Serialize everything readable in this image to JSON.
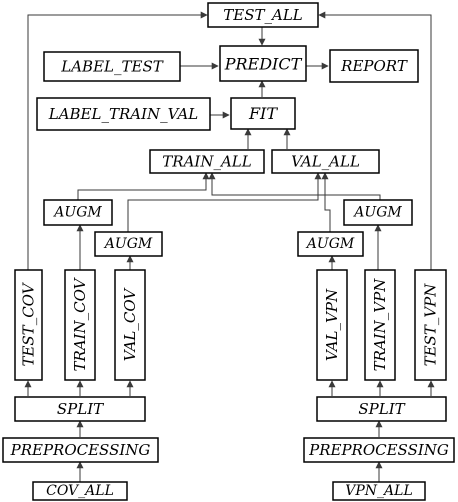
{
  "nodes": {
    "test_all": "TEST_ALL",
    "label_test": "LABEL_TEST",
    "predict": "PREDICT",
    "report": "REPORT",
    "label_train_val": "LABEL_TRAIN_VAL",
    "fit": "FIT",
    "train_all": "TRAIN_ALL",
    "val_all": "VAL_ALL",
    "augm_train_cov": "AUGM",
    "augm_val_cov": "AUGM",
    "augm_val_vpn": "AUGM",
    "augm_train_vpn": "AUGM",
    "test_cov": "TEST_COV",
    "train_cov": "TRAIN_COV",
    "val_cov": "VAL_COV",
    "val_vpn": "VAL_VPN",
    "train_vpn": "TRAIN_VPN",
    "test_vpn": "TEST_VPN",
    "split_cov": "SPLIT",
    "split_vpn": "SPLIT",
    "preprocessing_cov": "PREPROCESSING",
    "preprocessing_vpn": "PREPROCESSING",
    "cov_all": "COV_ALL",
    "vpn_all": "VPN_ALL"
  }
}
